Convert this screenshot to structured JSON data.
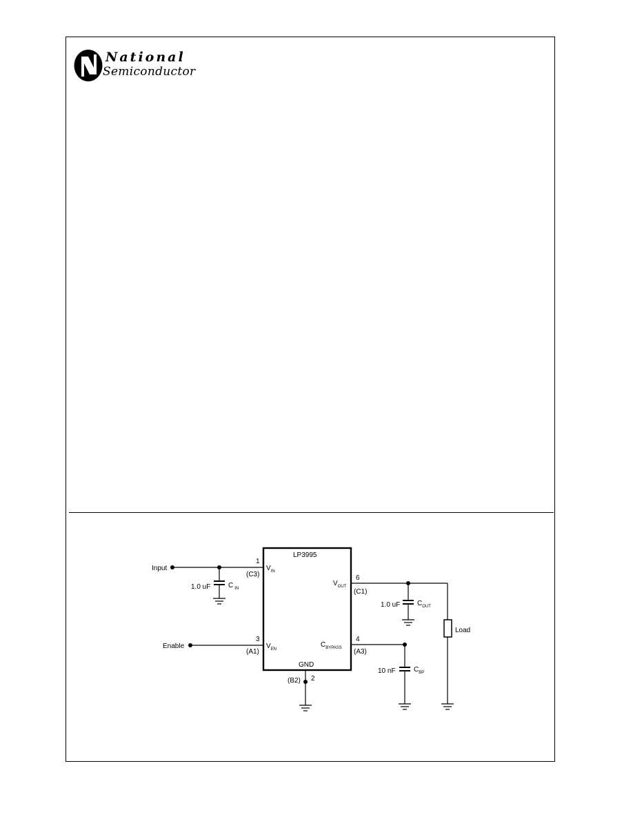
{
  "header": {
    "logo": {
      "line1": "National",
      "line2": "Semiconductor",
      "icon": "ns-logo-icon"
    }
  },
  "schematic": {
    "ic_part": "LP3995",
    "ic_gnd_label": "GND",
    "pins": {
      "vin": {
        "number": "1",
        "ball": "(C3)",
        "name_main": "V",
        "name_sub": "IN"
      },
      "ven": {
        "number": "3",
        "ball": "(A1)",
        "name_main": "V",
        "name_sub": "EN"
      },
      "vout": {
        "number": "6",
        "ball": "(C1)",
        "name_main": "V",
        "name_sub": "OUT"
      },
      "bypass": {
        "number": "4",
        "ball": "(A3)",
        "name_main": "C",
        "name_sub": "BYPASS"
      },
      "gnd": {
        "number": "2",
        "ball": "(B2)"
      }
    },
    "signals": {
      "input": "Input",
      "enable": "Enable"
    },
    "components": {
      "cin": {
        "value": "1.0 uF",
        "name_main": "C",
        "name_sub": "IN"
      },
      "cout": {
        "value": "1.0 uF",
        "name_main": "C",
        "name_sub": "OUT"
      },
      "cbp": {
        "value": "10 nF",
        "name_main": "C",
        "name_sub": "BP"
      },
      "load": {
        "label": "Load"
      }
    }
  }
}
